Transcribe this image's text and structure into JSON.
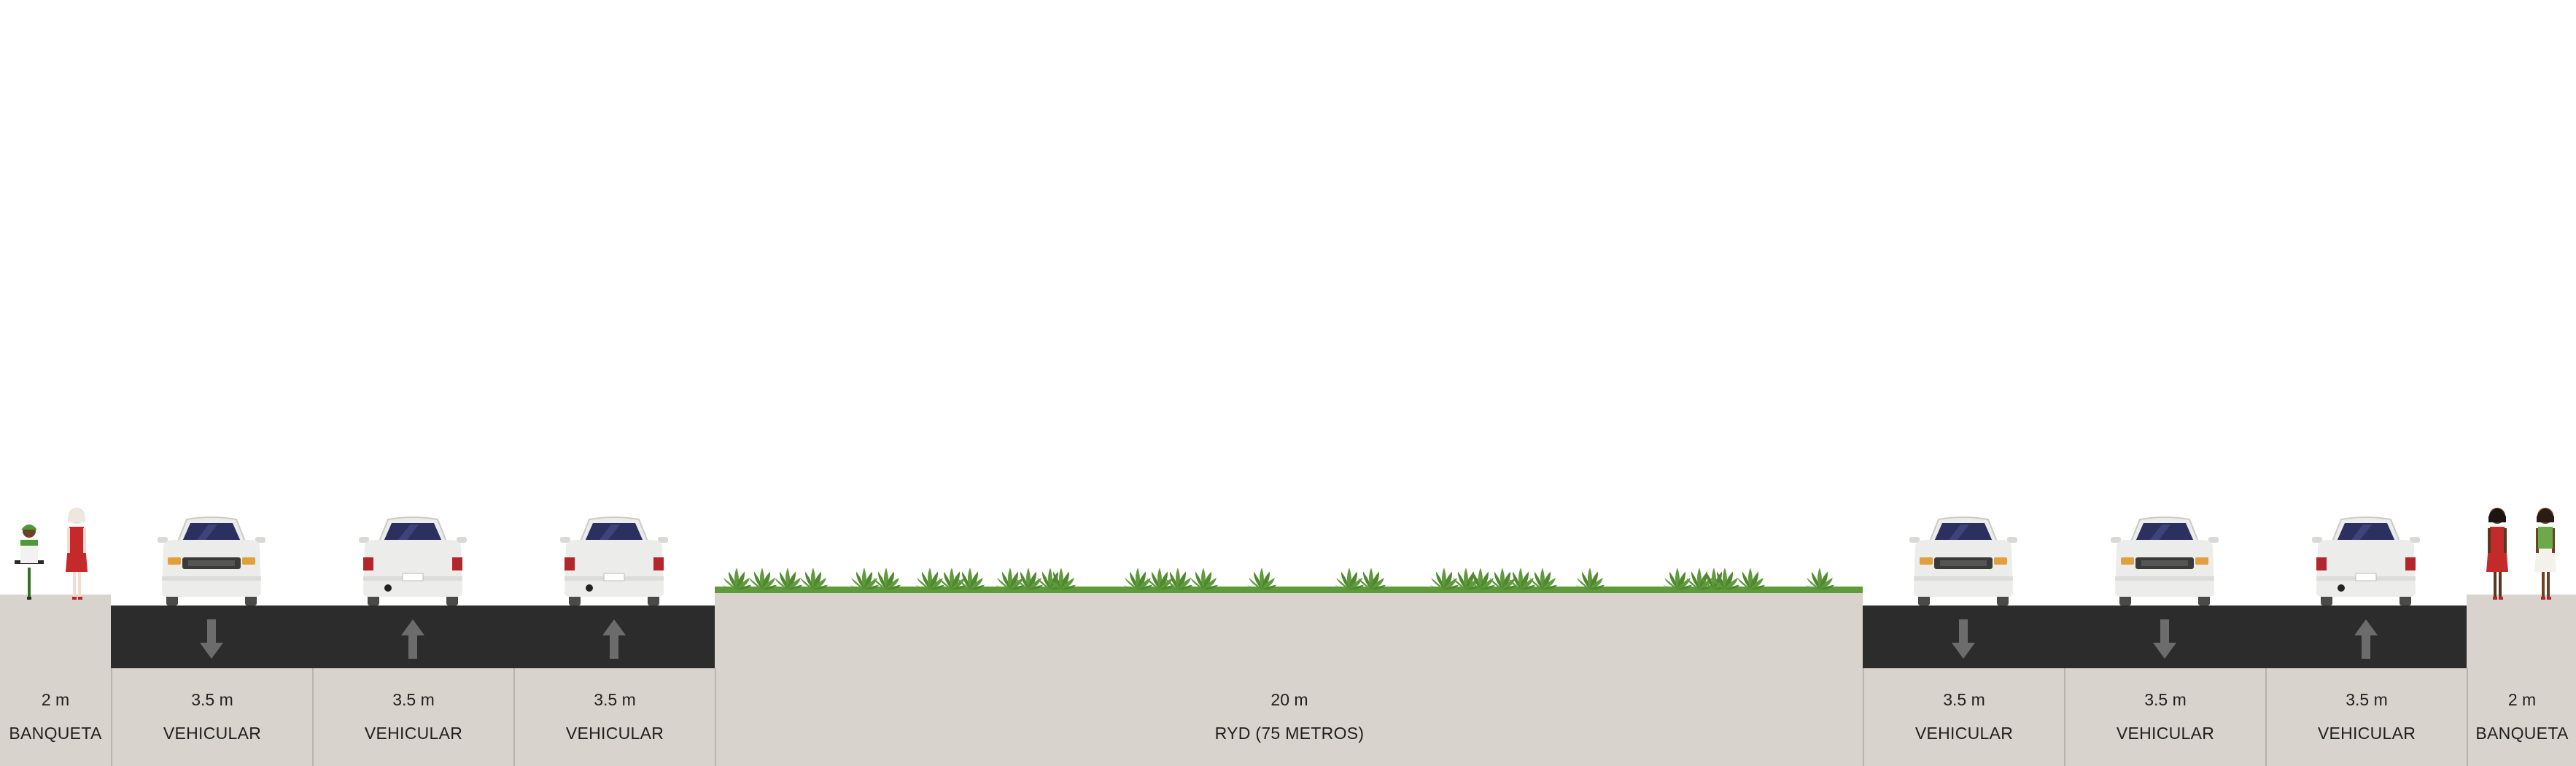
{
  "segments": [
    {
      "width": "2 m",
      "name": "BANQUETA",
      "kind": "sidewalk"
    },
    {
      "width": "3.5 m",
      "name": "VEHICULAR",
      "kind": "lane",
      "direction": "down"
    },
    {
      "width": "3.5 m",
      "name": "VEHICULAR",
      "kind": "lane",
      "direction": "up"
    },
    {
      "width": "3.5 m",
      "name": "VEHICULAR",
      "kind": "lane",
      "direction": "up"
    },
    {
      "width": "20 m",
      "name": "RYD (75 METROS)",
      "kind": "median"
    },
    {
      "width": "3.5 m",
      "name": "VEHICULAR",
      "kind": "lane",
      "direction": "down"
    },
    {
      "width": "3.5 m",
      "name": "VEHICULAR",
      "kind": "lane",
      "direction": "down"
    },
    {
      "width": "3.5 m",
      "name": "VEHICULAR",
      "kind": "lane",
      "direction": "up"
    },
    {
      "width": "2 m",
      "name": "BANQUETA",
      "kind": "sidewalk"
    }
  ],
  "colors": {
    "sidewalk": "#d8d3cd",
    "asphalt": "#2b2c2b",
    "arrow": "#6b6c6b",
    "grass": "#5f9a3c",
    "car_body": "#ececea",
    "windshield": "#2b3060",
    "tail_light": "#b3262b"
  },
  "icons": {
    "car_front": "car-front-icon",
    "car_rear": "car-rear-icon",
    "pedestrian": "pedestrian-icon",
    "cyclist": "cyclist-icon",
    "plant": "plant-icon",
    "arrow": "direction-arrow-icon"
  }
}
